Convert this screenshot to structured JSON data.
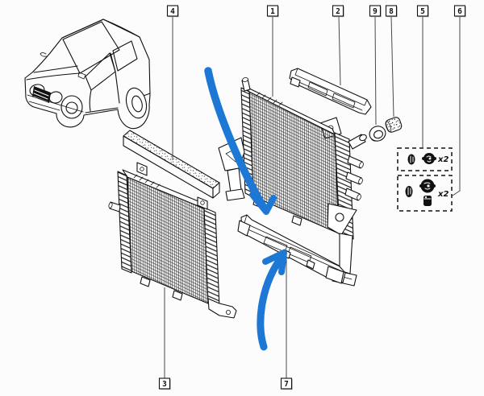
{
  "page": {
    "background_color": "#fcfcfc",
    "line_color": "#111111",
    "leader_color": "#4a4a4a",
    "arrow_color": "#1c78d4"
  },
  "diagram": {
    "kind": "exploded-parts-diagram",
    "vehicle": "hatchback-city-car",
    "callouts": {
      "top": [
        {
          "label": "4"
        },
        {
          "label": "1"
        },
        {
          "label": "2"
        },
        {
          "label": "9"
        },
        {
          "label": "8"
        },
        {
          "label": "5"
        },
        {
          "label": "6"
        }
      ],
      "bottom": [
        {
          "label": "3"
        },
        {
          "label": "7"
        }
      ]
    },
    "hardware_kits": [
      {
        "quantity_label": "x2"
      },
      {
        "quantity_label": "x2"
      }
    ]
  }
}
